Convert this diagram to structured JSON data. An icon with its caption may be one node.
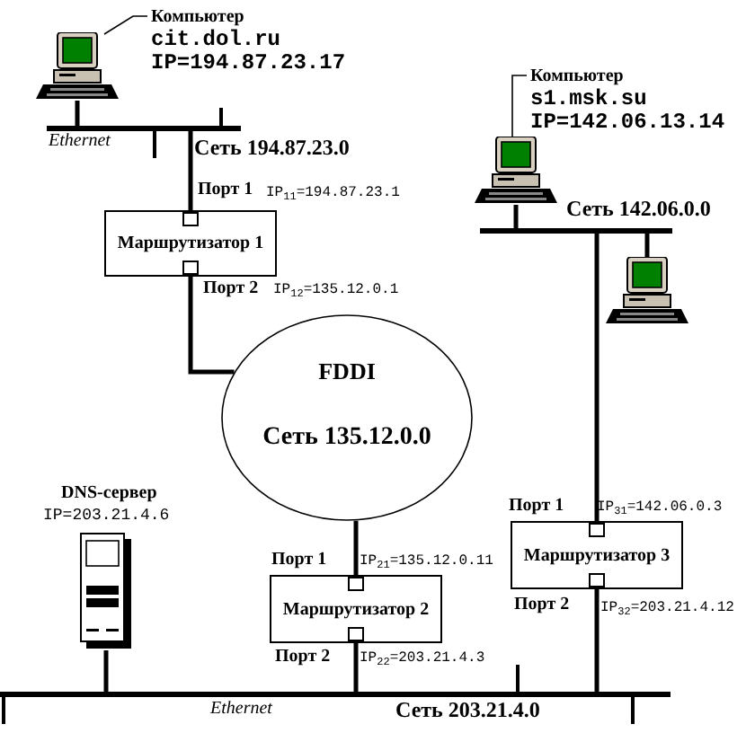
{
  "diagram": {
    "nodes": [
      {
        "text": [],
        "shape": "picture"
      },
      {
        "text": [
          "Компьютер",
          "cit.dol.ru",
          "IP=194.87.23.17"
        ]
      },
      {
        "text": [],
        "shape": "bar",
        "beside": [
          "Ethernet",
          "Сеть 194.87.23.0"
        ]
      },
      {
        "text": [
          "Маршрутизатор 1"
        ],
        "beside": [
          "Порт 1",
          "IP$_{11}$=194.87.23.1",
          "Порт 2",
          "IP$_{12}$=135.12.0.1"
        ]
      },
      {
        "text": [
          "FDDI",
          "Сеть 135.12.0.0"
        ]
      },
      {
        "text": [
          "Маршрутизатор 2"
        ],
        "beside": [
          "Порт 1",
          "IP$_{21}$=135.12.0.11",
          "Порт 2",
          "IP$_{22}$=203.21.4.3"
        ]
      },
      {
        "text": [
          "Маршрутизатор 3"
        ],
        "beside": [
          "Порт 1",
          "IP$_{31}$=142.06.0.3",
          "Порт 2",
          "IP$_{32}$=203.21.4.12"
        ]
      },
      {
        "text": [],
        "shape": "picture"
      },
      {
        "text": [
          "Компьютер",
          "s1.msk.su",
          "IP=142.06.13.14"
        ]
      },
      {
        "text": [],
        "shape": "bar"
      },
      {
        "text": [],
        "shape": "picture"
      },
      {
        "text": [],
        "shape": "picture",
        "beside": [
          "DNS-сервер",
          "IP=203.21.4.6"
        ]
      },
      {
        "text": [],
        "shape": "bar",
        "beside": [
          "Ethernet",
          "Сеть 203.21.4.0"
        ]
      }
    ],
    "edges": [
      {
        "from": 0,
        "to": 2,
        "arrow": "none"
      },
      {
        "from": 2,
        "to": 3,
        "arrow": "none"
      },
      {
        "from": 3,
        "to": 4,
        "arrow": "none"
      },
      {
        "from": 4,
        "to": 5,
        "arrow": "none"
      },
      {
        "from": 5,
        "to": 12,
        "arrow": "none"
      },
      {
        "from": 11,
        "to": 12,
        "arrow": "none"
      },
      {
        "from": 6,
        "to": 12,
        "arrow": "none"
      },
      {
        "from": 9,
        "to": 6,
        "arrow": "none"
      },
      {
        "from": 7,
        "to": 9,
        "arrow": "none"
      },
      {
        "from": 10,
        "to": 9,
        "arrow": "none"
      },
      {
        "from": 1,
        "to": 0,
        "arrow": "none"
      },
      {
        "from": 8,
        "to": 7,
        "arrow": "none"
      }
    ],
    "labels": [
      "Сеть 142.06.0.0"
    ]
  }
}
